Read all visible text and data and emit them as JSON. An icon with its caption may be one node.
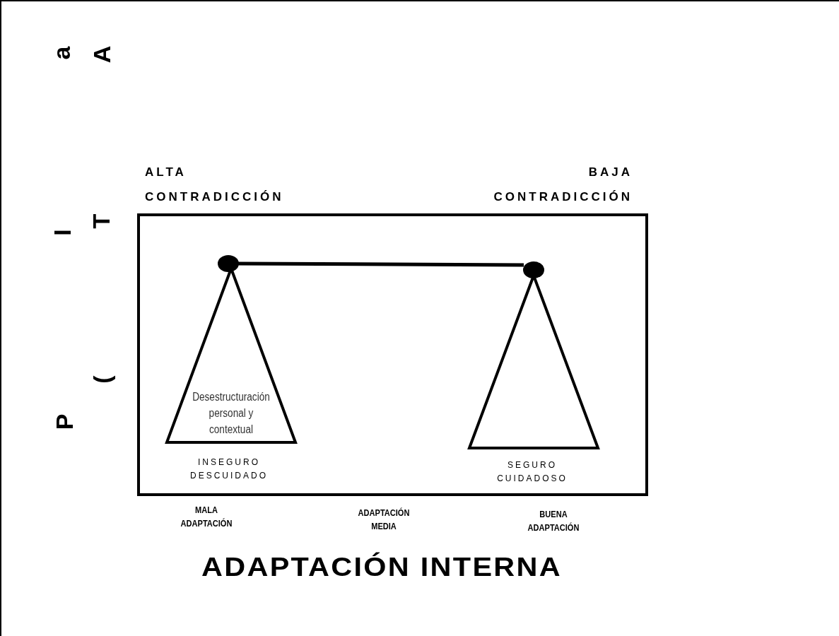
{
  "diagram": {
    "nodes": [
      {
        "text": [],
        "shape": "box"
      },
      {
        "text": [],
        "shape": "circle",
        "in": 0
      },
      {
        "text": [],
        "shape": "circle",
        "in": 0
      },
      {
        "text": [
          "Desestructuración personal y contextual"
        ],
        "beside": [
          "INSEGURO DESCUIDADO"
        ],
        "in": 0
      },
      {
        "text": [],
        "shape": "triangle",
        "beside": [
          "SEGURO CUIDADOSO"
        ],
        "in": 0
      }
    ],
    "edges": [
      {
        "from": 1,
        "to": 2,
        "arrow": "none"
      }
    ],
    "labels": [
      "a",
      "A",
      "ALTA CONTRADICCIÓN",
      "BAJA CONTRADICCIÓN",
      "T",
      "I",
      "(",
      "P",
      "MALA ADAPTACIÓN",
      "ADAPTACIÓN MEDIA",
      "BUENA ADAPTACIÓN",
      "ADAPTACIÓN INTERNA"
    ]
  }
}
